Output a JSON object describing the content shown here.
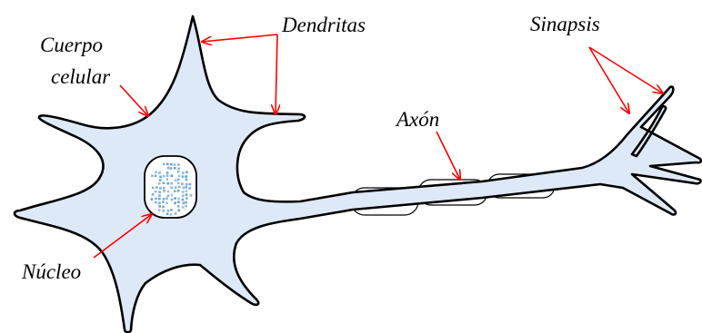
{
  "diagram": {
    "labels": {
      "dendritas": "Dendritas",
      "cuerpo_line1": "Cuerpo",
      "cuerpo_line2": "celular",
      "axon": "Axón",
      "sinapsis": "Sinapsis",
      "nucleo": "Núcleo"
    },
    "colors": {
      "cell_fill": "#dde9f6",
      "outline": "#000000",
      "arrow": "#ff0000",
      "nucleus_dots": "#5b9bd5"
    }
  }
}
